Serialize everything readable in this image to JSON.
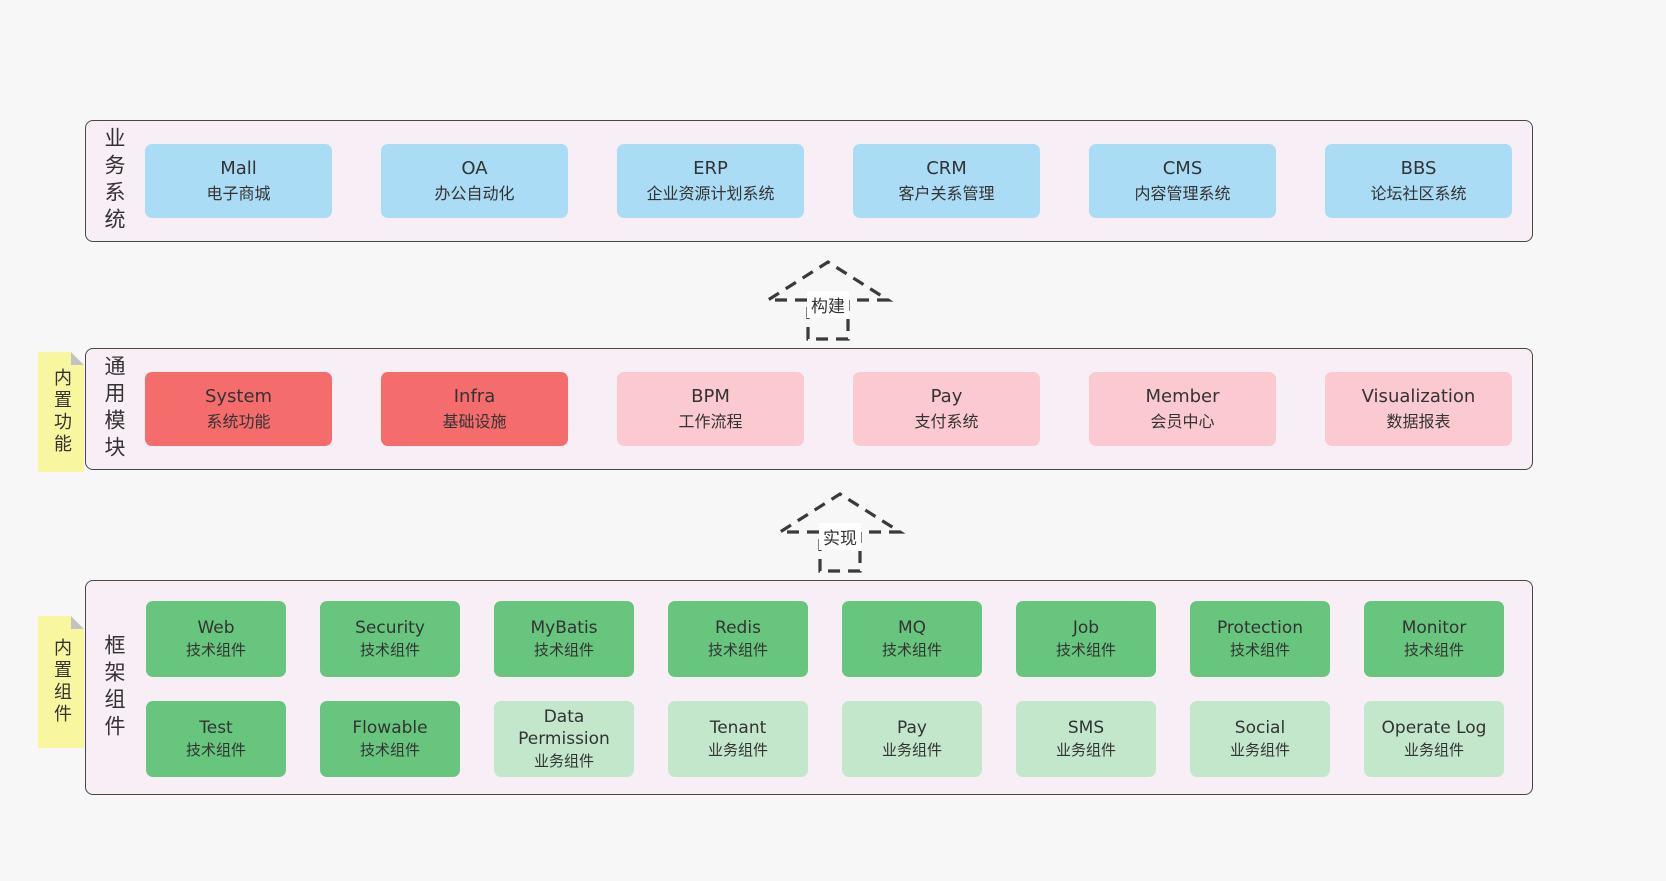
{
  "colors": {
    "blue": "#aadcf5",
    "red": "#f56c6c",
    "pink": "#fbc9d0",
    "green": "#67c57d",
    "lightGreen": "#c3e7ca",
    "layerBg": "#f8eef6",
    "noteBg": "#f9f6a0",
    "border": "#474747",
    "text": "#333333"
  },
  "business": {
    "label": "业务系统",
    "boxes": [
      {
        "en": "Mall",
        "zh": "电子商城",
        "variant": "blue"
      },
      {
        "en": "OA",
        "zh": "办公自动化",
        "variant": "blue"
      },
      {
        "en": "ERP",
        "zh": "企业资源计划系统",
        "variant": "blue"
      },
      {
        "en": "CRM",
        "zh": "客户关系管理",
        "variant": "blue"
      },
      {
        "en": "CMS",
        "zh": "内容管理系统",
        "variant": "blue"
      },
      {
        "en": "BBS",
        "zh": "论坛社区系统",
        "variant": "blue"
      }
    ]
  },
  "modules": {
    "label": "通用模块",
    "note": "内置功能",
    "boxes": [
      {
        "en": "System",
        "zh": "系统功能",
        "variant": "red"
      },
      {
        "en": "Infra",
        "zh": "基础设施",
        "variant": "red"
      },
      {
        "en": "BPM",
        "zh": "工作流程",
        "variant": "pink"
      },
      {
        "en": "Pay",
        "zh": "支付系统",
        "variant": "pink"
      },
      {
        "en": "Member",
        "zh": "会员中心",
        "variant": "pink"
      },
      {
        "en": "Visualization",
        "zh": "数据报表",
        "variant": "pink"
      }
    ]
  },
  "components": {
    "label": "框架组件",
    "note": "内置组件",
    "rows": [
      [
        {
          "en": "Web",
          "zh": "技术组件",
          "variant": "green"
        },
        {
          "en": "Security",
          "zh": "技术组件",
          "variant": "green"
        },
        {
          "en": "MyBatis",
          "zh": "技术组件",
          "variant": "green"
        },
        {
          "en": "Redis",
          "zh": "技术组件",
          "variant": "green"
        },
        {
          "en": "MQ",
          "zh": "技术组件",
          "variant": "green"
        },
        {
          "en": "Job",
          "zh": "技术组件",
          "variant": "green"
        },
        {
          "en": "Protection",
          "zh": "技术组件",
          "variant": "green"
        },
        {
          "en": "Monitor",
          "zh": "技术组件",
          "variant": "green"
        }
      ],
      [
        {
          "en": "Test",
          "zh": "技术组件",
          "variant": "green"
        },
        {
          "en": "Flowable",
          "zh": "技术组件",
          "variant": "green"
        },
        {
          "en": "Data Permission",
          "zh": "业务组件",
          "variant": "lightGreen"
        },
        {
          "en": "Tenant",
          "zh": "业务组件",
          "variant": "lightGreen"
        },
        {
          "en": "Pay",
          "zh": "业务组件",
          "variant": "lightGreen"
        },
        {
          "en": "SMS",
          "zh": "业务组件",
          "variant": "lightGreen"
        },
        {
          "en": "Social",
          "zh": "业务组件",
          "variant": "lightGreen"
        },
        {
          "en": "Operate Log",
          "zh": "业务组件",
          "variant": "lightGreen"
        }
      ]
    ]
  },
  "arrows": {
    "build": "构建",
    "implement": "实现"
  }
}
